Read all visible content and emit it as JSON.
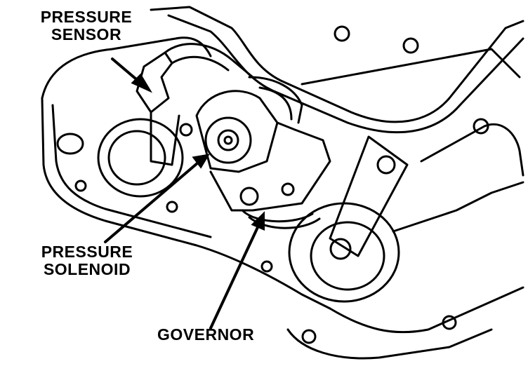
{
  "labels": {
    "pressure_sensor": [
      "PRESSURE",
      "SENSOR"
    ],
    "pressure_solenoid": [
      "PRESSURE",
      "SOLENOID"
    ],
    "governor": "GOVERNOR"
  },
  "style": {
    "ink": "#000000",
    "paper": "#ffffff"
  }
}
